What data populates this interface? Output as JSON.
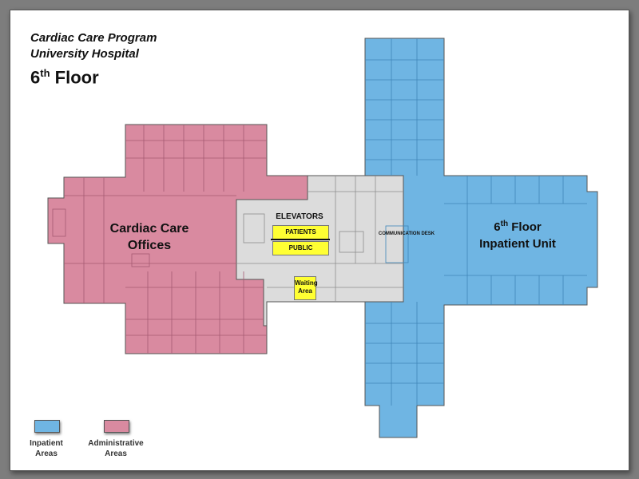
{
  "title": {
    "program": "Cardiac Care Program",
    "hospital": "University Hospital",
    "floor_number": "6",
    "floor_suffix": "th",
    "floor_word": "Floor"
  },
  "areas": {
    "cardiac": {
      "line1": "Cardiac Care",
      "line2": "Offices"
    },
    "inpatient": {
      "number": "6",
      "suffix": "th",
      "floor_word": "Floor",
      "line2": "Inpatient Unit"
    }
  },
  "labels": {
    "elevators": "ELEVATORS",
    "patients": "PATIENTS",
    "public": "PUBLIC",
    "waiting_area": "Waiting Area",
    "communication_desk": "COMMUNICATION DESK"
  },
  "legend": [
    {
      "label_line1": "Inpatient",
      "label_line2": "Areas",
      "color": "#6fb5e3"
    },
    {
      "label_line1": "Administrative",
      "label_line2": "Areas",
      "color": "#d98aa0"
    }
  ],
  "colors": {
    "inpatient": "#6fb5e3",
    "administrative": "#d98aa0",
    "common": "#dcdcdc",
    "highlight": "#ffff33"
  }
}
